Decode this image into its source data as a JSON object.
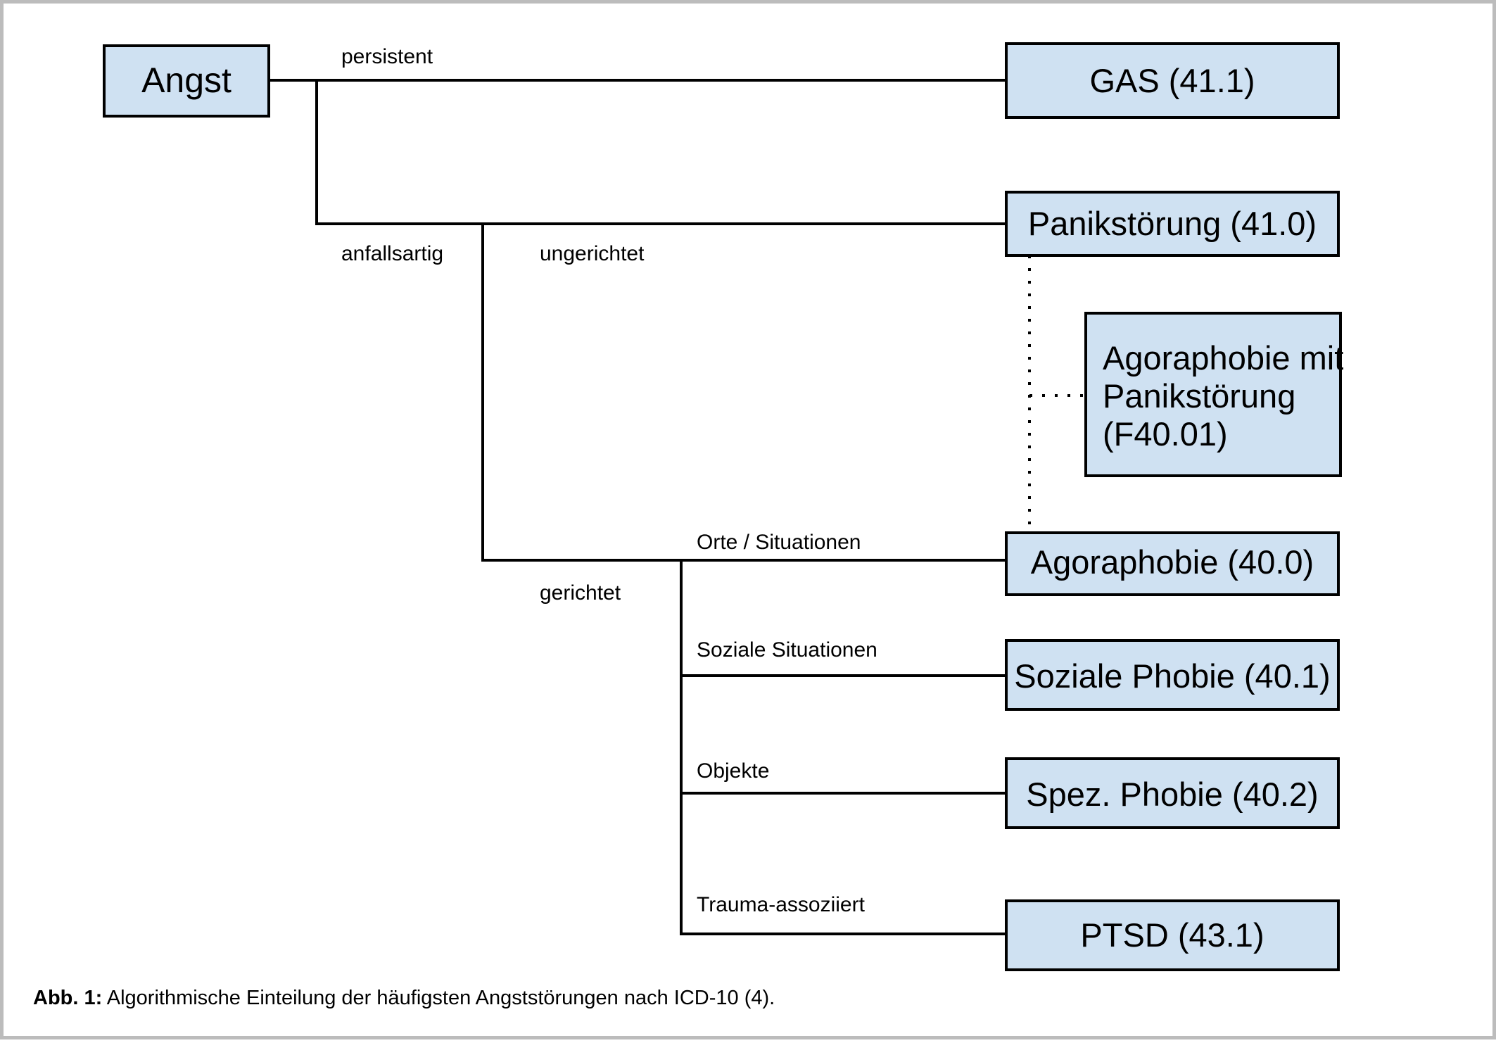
{
  "figure": {
    "caption_label": "Abb. 1:",
    "caption_text": " Algorithmische Einteilung der häufigsten Angststörungen nach ICD-10 (4).",
    "frame_border_color": "#bcbcbc",
    "background_color": "#ffffff"
  },
  "style": {
    "node_fill": "#cfe1f2",
    "node_stroke": "#000000",
    "connector_color": "#000000"
  },
  "nodes": {
    "root": {
      "label": "Angst"
    },
    "gas": {
      "label": "GAS (41.1)"
    },
    "panik": {
      "label": "Panikstörung (41.0)"
    },
    "agora_panik_line1": {
      "label": "Agoraphobie mit"
    },
    "agora_panik_line2": {
      "label": "Panikstörung"
    },
    "agora_panik_line3": {
      "label": "(F40.01)"
    },
    "agora": {
      "label": "Agoraphobie (40.0)"
    },
    "soziale_phobie": {
      "label": "Soziale Phobie (40.1)"
    },
    "spez_phobie": {
      "label": "Spez. Phobie (40.2)"
    },
    "ptsd": {
      "label": "PTSD (43.1)"
    }
  },
  "edge_labels": {
    "persistent": "persistent",
    "anfallsartig": "anfallsartig",
    "ungerichtet": "ungerichtet",
    "orte_situationen": "Orte / Situationen",
    "gerichtet": "gerichtet",
    "soziale_situationen": "Soziale Situationen",
    "objekte": "Objekte",
    "trauma": "Trauma-assoziiert"
  },
  "chart_data": {
    "type": "diagram",
    "title": "Algorithmische Einteilung der häufigsten Angststörungen nach ICD-10",
    "root": "Angst",
    "edges": [
      {
        "from": "Angst",
        "to": "GAS (41.1)",
        "label": "persistent",
        "style": "solid"
      },
      {
        "from": "Angst",
        "to": "Panikstörung (41.0)",
        "label": "anfallsartig / ungerichtet",
        "style": "solid"
      },
      {
        "from": "Angst",
        "to": "Agoraphobie (40.0)",
        "label": "anfallsartig / gerichtet / Orte / Situationen",
        "style": "solid"
      },
      {
        "from": "Angst",
        "to": "Soziale Phobie (40.1)",
        "label": "anfallsartig / gerichtet / Soziale Situationen",
        "style": "solid"
      },
      {
        "from": "Angst",
        "to": "Spez. Phobie (40.2)",
        "label": "anfallsartig / gerichtet / Objekte",
        "style": "solid"
      },
      {
        "from": "Angst",
        "to": "PTSD (43.1)",
        "label": "anfallsartig / gerichtet / Trauma-assoziiert",
        "style": "solid"
      },
      {
        "from": "Panikstörung (41.0)",
        "to": "Agoraphobie mit Panikstörung (F40.01)",
        "label": "",
        "style": "dotted"
      },
      {
        "from": "Agoraphobie (40.0)",
        "to": "Agoraphobie mit Panikstörung (F40.01)",
        "label": "",
        "style": "dotted"
      }
    ],
    "node_list": [
      "Angst",
      "GAS (41.1)",
      "Panikstörung (41.0)",
      "Agoraphobie mit Panikstörung (F40.01)",
      "Agoraphobie (40.0)",
      "Soziale Phobie (40.1)",
      "Spez. Phobie (40.2)",
      "PTSD (43.1)"
    ]
  }
}
